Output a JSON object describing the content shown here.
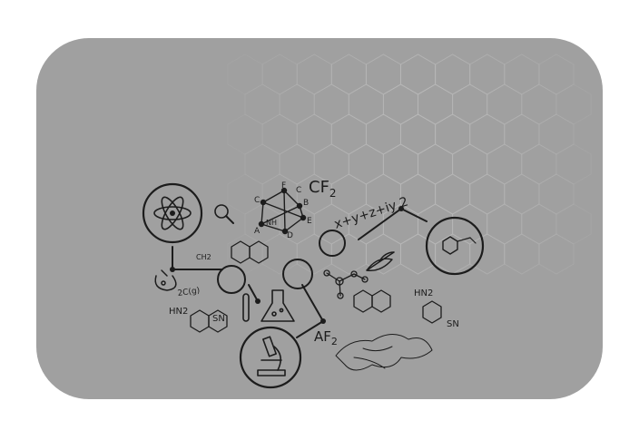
{
  "illustration": {
    "background_color": "#a0a0a0",
    "ink_color": "#1c1c1c",
    "grid_color": "#b9b9b9",
    "labels": {
      "cf2": "CF",
      "cf2_sub": "2",
      "af2": "AF",
      "af2_sub": "2",
      "equation": "x+y+z+iy 2",
      "mol_c1": "C",
      "mol_f": "F",
      "mol_c2": "C",
      "mol_b": "B",
      "mol_e": "E",
      "mol_d": "D",
      "mol_a": "A",
      "hn2_right": "HN2",
      "sn_right": "SN",
      "hn2_left": "HN2",
      "sn_left": "SN",
      "ch2": "CH2",
      "nh": "NH",
      "reaction_text": "2C(g)"
    },
    "icons": [
      "atom-icon",
      "magnifier-icon",
      "molecule-icon",
      "flask-icon",
      "test-tube-icon",
      "microscope-icon",
      "leaf-icon",
      "structure-icon"
    ]
  }
}
